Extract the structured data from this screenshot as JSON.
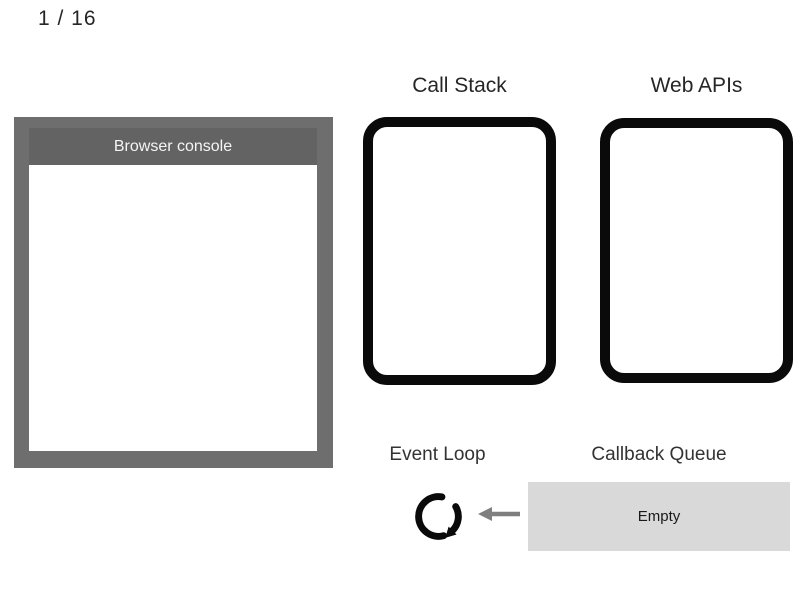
{
  "slide_counter": {
    "text": "1 / 16"
  },
  "console": {
    "title": "Browser console",
    "content": ""
  },
  "call_stack": {
    "label": "Call Stack",
    "items": []
  },
  "web_apis": {
    "label": "Web APIs",
    "items": []
  },
  "event_loop": {
    "label": "Event Loop",
    "icon": "clockwise-cycle-arrow-icon"
  },
  "callback_queue": {
    "label": "Callback Queue",
    "status": "Empty",
    "items": []
  },
  "flow": {
    "icon": "left-arrow-icon"
  },
  "colors": {
    "console_frame": "#6e6e6e",
    "console_titlebar": "#636363",
    "console_title_text": "#f5f5f5",
    "box_border": "#0a0a0a",
    "queue_box_bg": "#d9d9d9",
    "flow_arrow": "#7f7f7f",
    "text": "#262626",
    "background": "#ffffff"
  }
}
